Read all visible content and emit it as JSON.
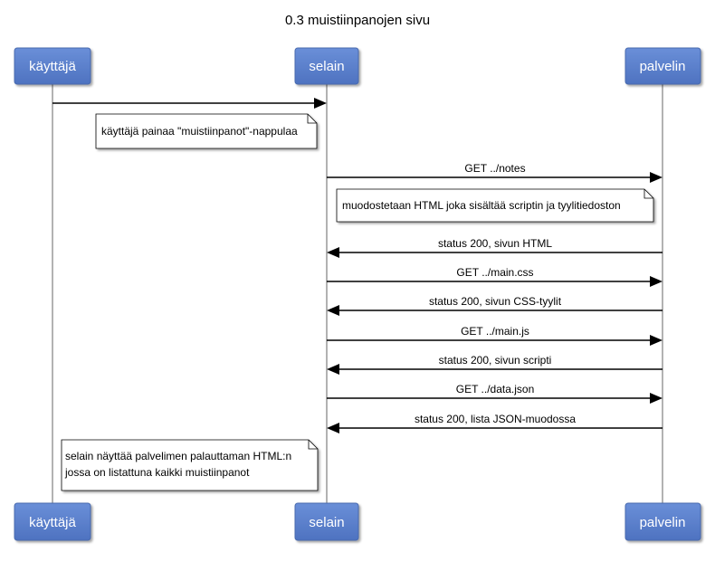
{
  "title": "0.3 muistiinpanojen sivu",
  "colors": {
    "actor_fill": "#5B7FC9",
    "actor_stroke": "#4A6AAE",
    "lifeline": "#888888",
    "arrow": "#000000",
    "note_fill": "#ffffff"
  },
  "actors": [
    {
      "id": "user",
      "label": "käyttäjä"
    },
    {
      "id": "browser",
      "label": "selain"
    },
    {
      "id": "server",
      "label": "palvelin"
    }
  ],
  "messages": [
    {
      "label": "",
      "from": "user",
      "to": "browser"
    },
    {
      "label": "GET ../notes",
      "from": "browser",
      "to": "server"
    },
    {
      "label": "status 200, sivun HTML",
      "from": "server",
      "to": "browser"
    },
    {
      "label": "GET ../main.css",
      "from": "browser",
      "to": "server"
    },
    {
      "label": "status 200, sivun CSS-tyylit",
      "from": "server",
      "to": "browser"
    },
    {
      "label": "GET ../main.js",
      "from": "browser",
      "to": "server"
    },
    {
      "label": "status 200, sivun scripti",
      "from": "server",
      "to": "browser"
    },
    {
      "label": "GET ../data.json",
      "from": "browser",
      "to": "server"
    },
    {
      "label": "status 200, lista JSON-muodossa",
      "from": "server",
      "to": "browser"
    }
  ],
  "notes": [
    {
      "lines": [
        "käyttäjä painaa \"muistiinpanot\"-nappulaa"
      ]
    },
    {
      "lines": [
        "muodostetaan HTML joka sisältää scriptin ja tyylitiedoston"
      ]
    },
    {
      "lines": [
        "selain näyttää palvelimen palauttaman HTML:n",
        "jossa on listattuna kaikki muistiinpanot"
      ]
    }
  ]
}
